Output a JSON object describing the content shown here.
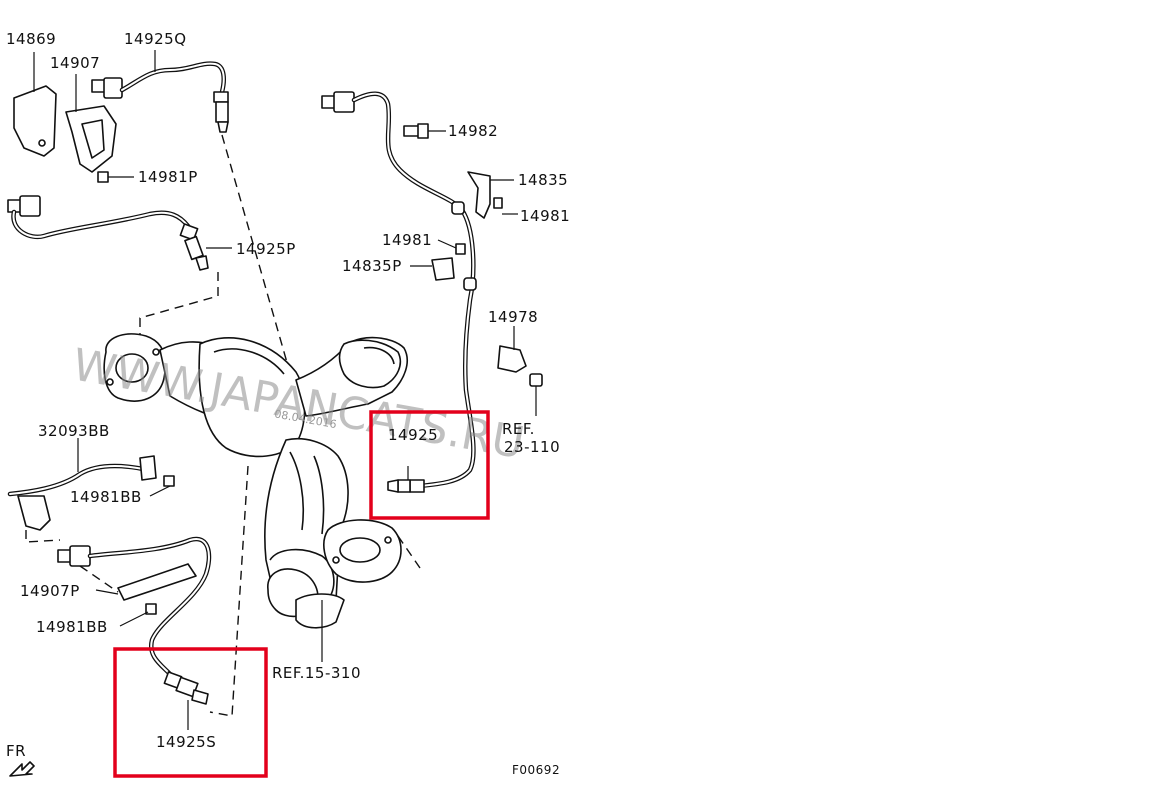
{
  "labels": {
    "p14869": "14869",
    "p14925q": "14925Q",
    "p14907": "14907",
    "p14981p": "14981P",
    "p14925p": "14925P",
    "p14982": "14982",
    "p14835": "14835",
    "p14981_right": "14981",
    "p14981_mid": "14981",
    "p14835p": "14835P",
    "p14978": "14978",
    "ref23_line1": "REF.",
    "ref23_line2": "23-110",
    "p14925": "14925",
    "p32093bb": "32093BB",
    "p14981bb_upper": "14981BB",
    "p14907p": "14907P",
    "p14981bb_lower": "14981BB",
    "ref15": "REF.15-310",
    "p14925s": "14925S",
    "fr": "FR",
    "code": "F00692"
  },
  "watermark": {
    "text": "WWW.JAPANCATS.RU",
    "date": "08.04.2016"
  },
  "highlight_color": "#e3001b"
}
